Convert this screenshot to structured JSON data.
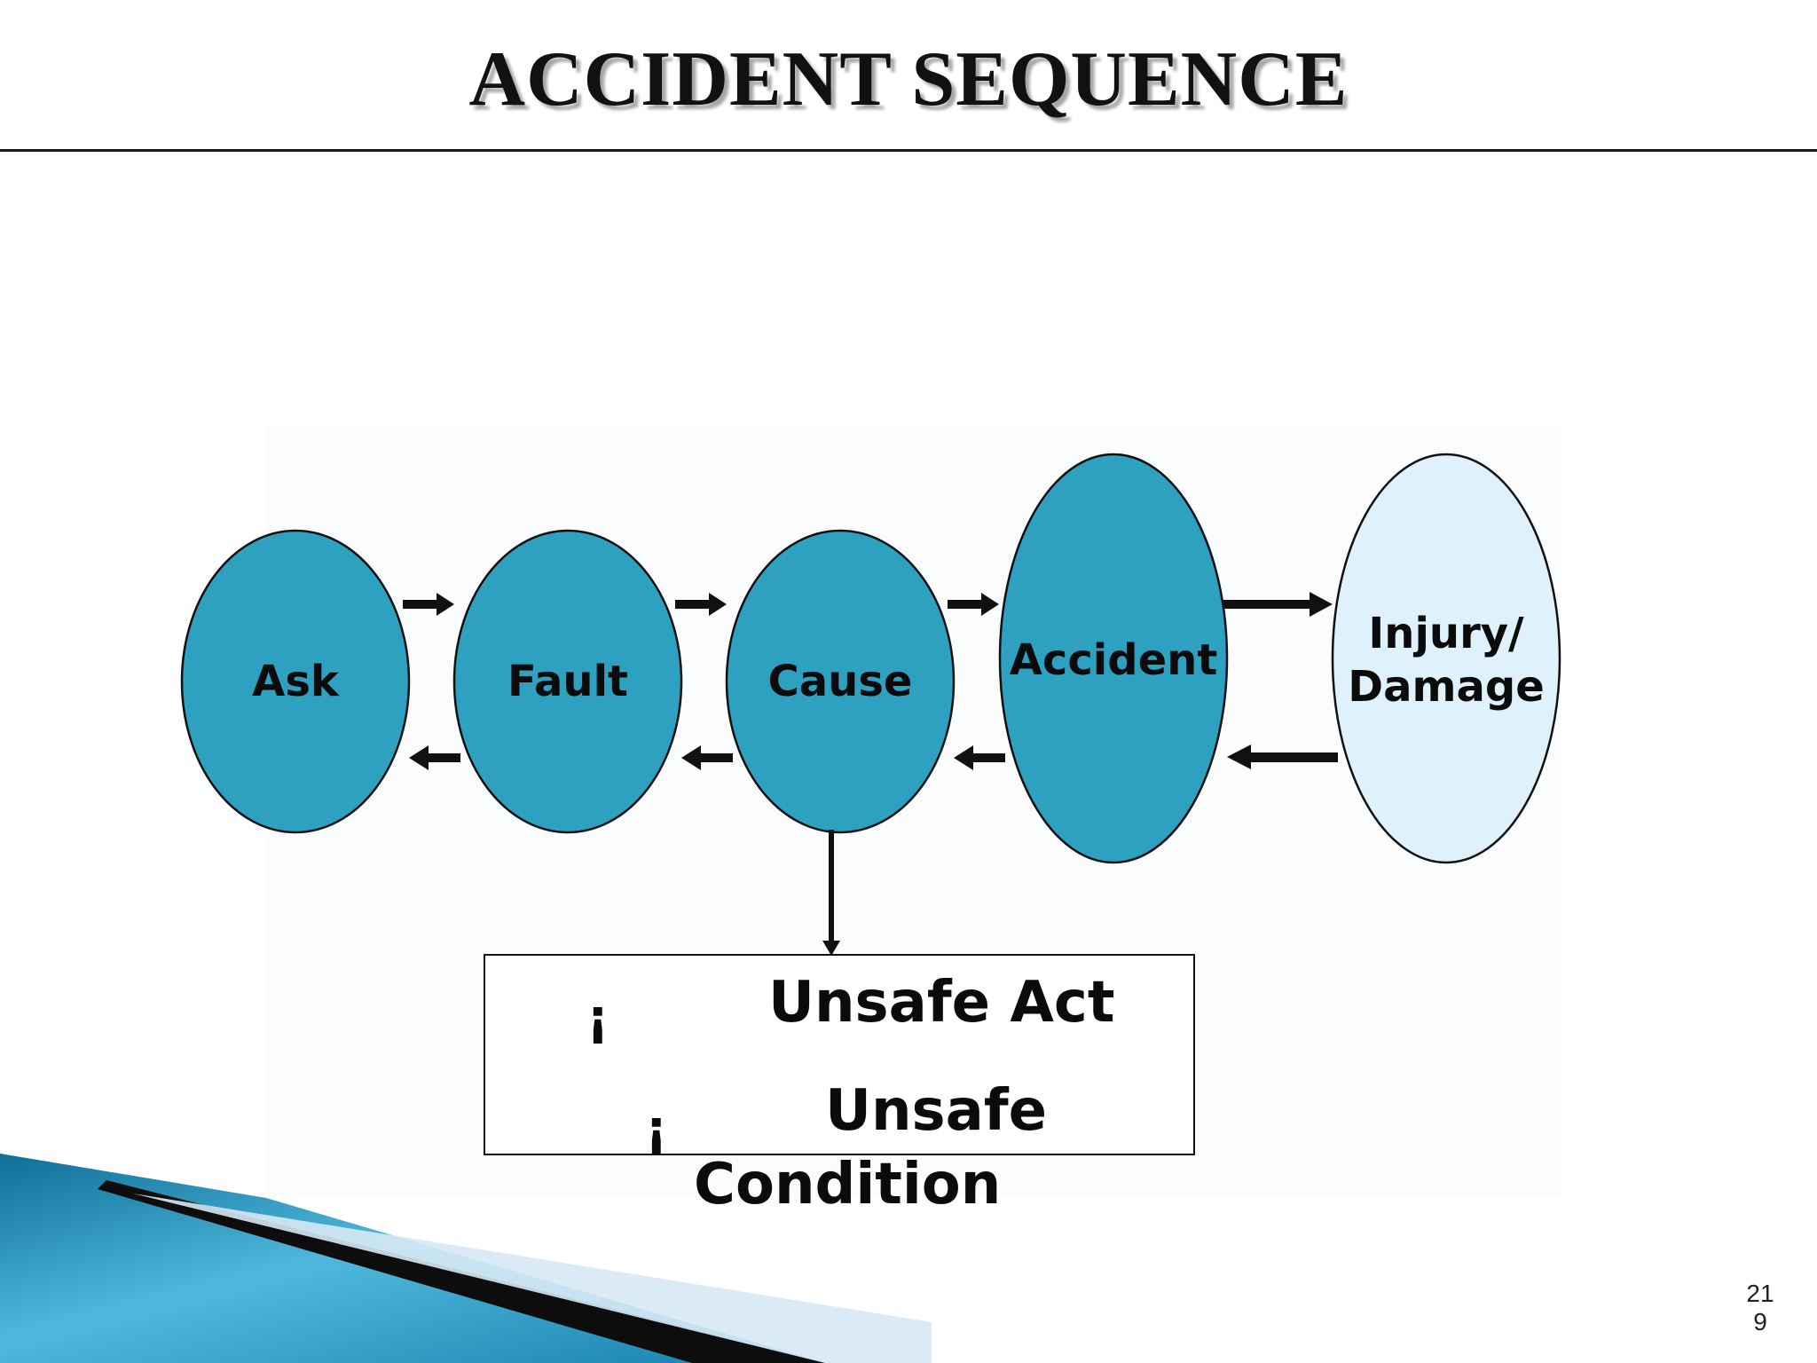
{
  "slide": {
    "title": "ACCIDENT SEQUENCE",
    "page_number_line1": "21",
    "page_number_line2": "9"
  },
  "diagram": {
    "nodes": [
      {
        "label": "Ask",
        "fill": "#2ea0c0"
      },
      {
        "label": "Fault",
        "fill": "#2ea0c0"
      },
      {
        "label": "Cause",
        "fill": "#2ea0c0"
      },
      {
        "label": "Accident",
        "fill": "#2ea0c0"
      },
      {
        "label_line1": "Injury/",
        "label_line2": "Damage",
        "fill": "#dff1fa"
      }
    ],
    "cause_box": {
      "bullet": "¡",
      "item1": "Unsafe Act",
      "item2_part1": "Unsafe",
      "item2_part2": "Condition"
    }
  },
  "colors": {
    "node_fill": "#2ea0c0",
    "light_node_fill": "#dff1fa",
    "outline": "#111111",
    "corner_accent": "#1a8fbf"
  }
}
